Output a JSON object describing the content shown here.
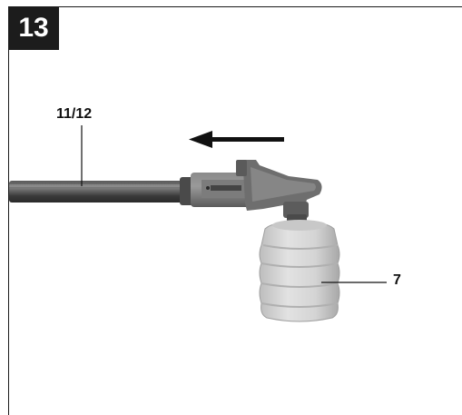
{
  "figure": {
    "number": "13"
  },
  "callouts": {
    "wand": "11/12",
    "bottle": "7"
  },
  "colors": {
    "badge_background": "#1c1c1c",
    "badge_text": "#ffffff",
    "frame_line": "#1a1a1a",
    "wand_dark": "#3a3a3a",
    "coupler_gray": "#6e6e6e",
    "bottle_light": "#d6d6d6",
    "arrow": "#111111"
  },
  "icons": {
    "direction_arrow": "arrow-left-icon"
  }
}
